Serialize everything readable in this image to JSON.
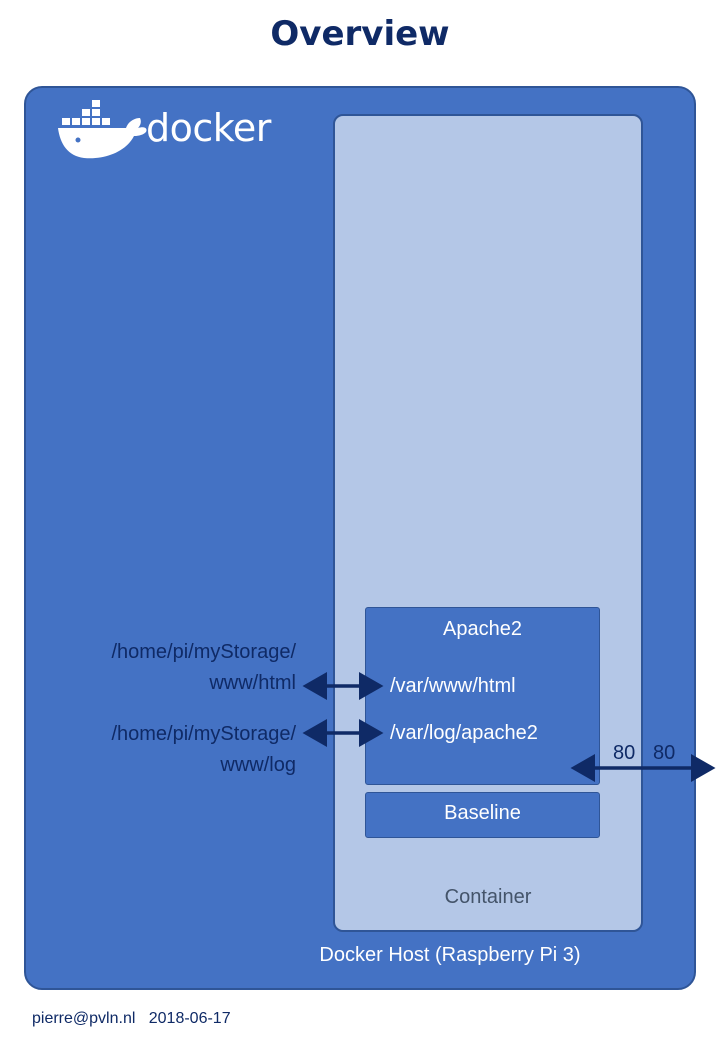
{
  "title": "Overview",
  "logo": {
    "wordmark": "docker",
    "icon": "docker-whale-icon"
  },
  "host": {
    "label": "Docker Host (Raspberry Pi 3)",
    "color": "#4472c4"
  },
  "container": {
    "label": "Container",
    "color": "#b4c7e7"
  },
  "layers": {
    "apache": {
      "title": "Apache2",
      "mounts": [
        "/var/www/html",
        "/var/log/apache2"
      ]
    },
    "baseline": {
      "title": "Baseline"
    }
  },
  "host_paths": [
    {
      "line1": "/home/pi/myStorage/",
      "line2": "www/html"
    },
    {
      "line1": "/home/pi/myStorage/",
      "line2": "www/log"
    }
  ],
  "ports": {
    "container": "80",
    "host": "80"
  },
  "footer": {
    "email": "pierre@pvln.nl",
    "date": "2018-06-17"
  }
}
